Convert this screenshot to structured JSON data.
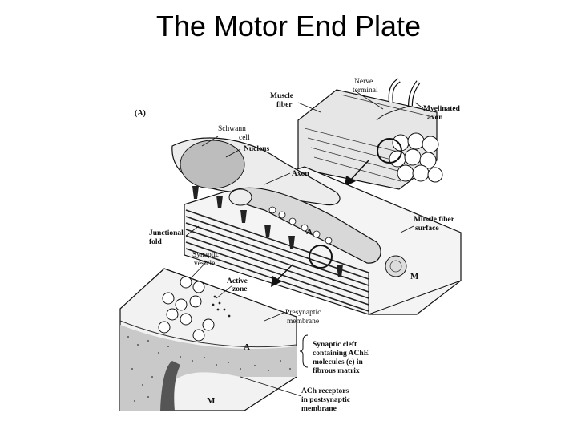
{
  "slide": {
    "title": "The Motor End Plate"
  },
  "figure": {
    "panel_label": "(A)",
    "labels": {
      "nerve_terminal_1": "Nerve",
      "nerve_terminal_2": "terminal",
      "muscle_fiber_1": "Muscle",
      "muscle_fiber_2": "fiber",
      "myelinated_axon_1": "Myelinated",
      "myelinated_axon_2": "axon",
      "schwann_cell_1": "Schwann",
      "schwann_cell_2": "cell",
      "nucleus": "Nucleus",
      "axon": "Axon",
      "muscle_fiber_surface_1": "Muscle fiber",
      "muscle_fiber_surface_2": "surface",
      "junctional_fold_1": "Junctional",
      "junctional_fold_2": "fold",
      "synaptic_vesicle_1": "Synaptic",
      "synaptic_vesicle_2": "vesicle",
      "active_zone_1": "Active",
      "active_zone_2": "zone",
      "presynaptic_membrane_1": "Presynaptic",
      "presynaptic_membrane_2": "membrane",
      "synaptic_cleft_1": "Synaptic cleft",
      "synaptic_cleft_2": "containing AChE",
      "synaptic_cleft_3": "molecules (e) in",
      "synaptic_cleft_4": "fibrous matrix",
      "ach_receptors_1": "ACh receptors",
      "ach_receptors_2": "in postsynaptic",
      "ach_receptors_3": "membrane",
      "region_a_top": "A",
      "region_m_top": "M",
      "region_a_bottom": "A",
      "region_m_bottom": "M"
    }
  }
}
